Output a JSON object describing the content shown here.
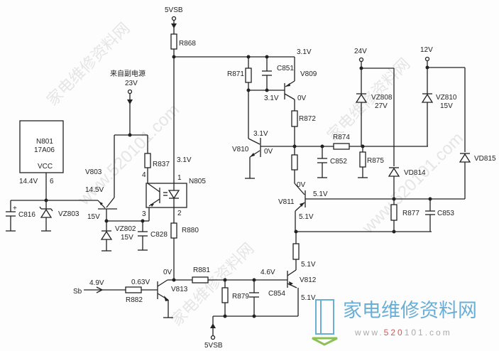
{
  "diagram": {
    "type": "circuit-schematic",
    "power_rails": {
      "vsb_top": "5VSB",
      "vsb_bottom": "5VSB",
      "aux_source_label": "来自副电源",
      "aux_source_voltage": "23V",
      "rail_24v": "24V",
      "rail_12v": "12V"
    },
    "input": {
      "signal": "Sb",
      "voltage": "4.9V"
    },
    "ic": {
      "name": "N801",
      "part": "17A06",
      "pin_name": "VCC",
      "pin_number": "6",
      "voltage": "14.4V"
    },
    "optocoupler": {
      "name": "N805",
      "pin1": "1",
      "pin2": "2",
      "pin3": "3",
      "pin4": "4",
      "pin1_voltage": "3.1V"
    },
    "resistors": [
      "R868",
      "R871",
      "R872",
      "R874",
      "R875",
      "R877",
      "R879",
      "R880",
      "R881",
      "R882",
      "R837"
    ],
    "capacitors": [
      "C816",
      "C828",
      "C851",
      "C852",
      "C853",
      "C854"
    ],
    "zeners": [
      {
        "name": "VZ803"
      },
      {
        "name": "VZ802",
        "value": "15V"
      },
      {
        "name": "VZ808",
        "value": "27V"
      },
      {
        "name": "VZ810",
        "value": "15V"
      }
    ],
    "diodes": [
      "VD814",
      "VD815"
    ],
    "transistors": {
      "V803": {
        "name": "V803",
        "v_emitter": "14.5V",
        "v_base": "15V"
      },
      "V809": {
        "name": "V809",
        "v_emitter": "3.1V",
        "v_base": "3.1V",
        "v_collector": "0V"
      },
      "V810": {
        "name": "V810",
        "v_collector": "3.1V",
        "v_base": "0V"
      },
      "V811": {
        "name": "V811",
        "v_collector": "0V",
        "v_base": "5.1V",
        "v_emitter": "5.1V"
      },
      "V812": {
        "name": "V812",
        "v_base": "4.6V",
        "v_collector": "5.1V",
        "v_emitter": "5.1V"
      },
      "V813": {
        "name": "V813",
        "v_base": "0.63V",
        "v_collector": "0V"
      }
    }
  },
  "watermark": {
    "text_cn": "家电维修资料网",
    "url": "www.520101.com",
    "logo_cn": "家电维修资料网",
    "logo_url_red": "520",
    "logo_url_pre": "www.",
    "logo_url_post": "101.com"
  },
  "colors": {
    "ink": "#222222",
    "logo_blue": "#6aaed6",
    "logo_green": "#8cc152",
    "logo_red": "#e05050"
  }
}
